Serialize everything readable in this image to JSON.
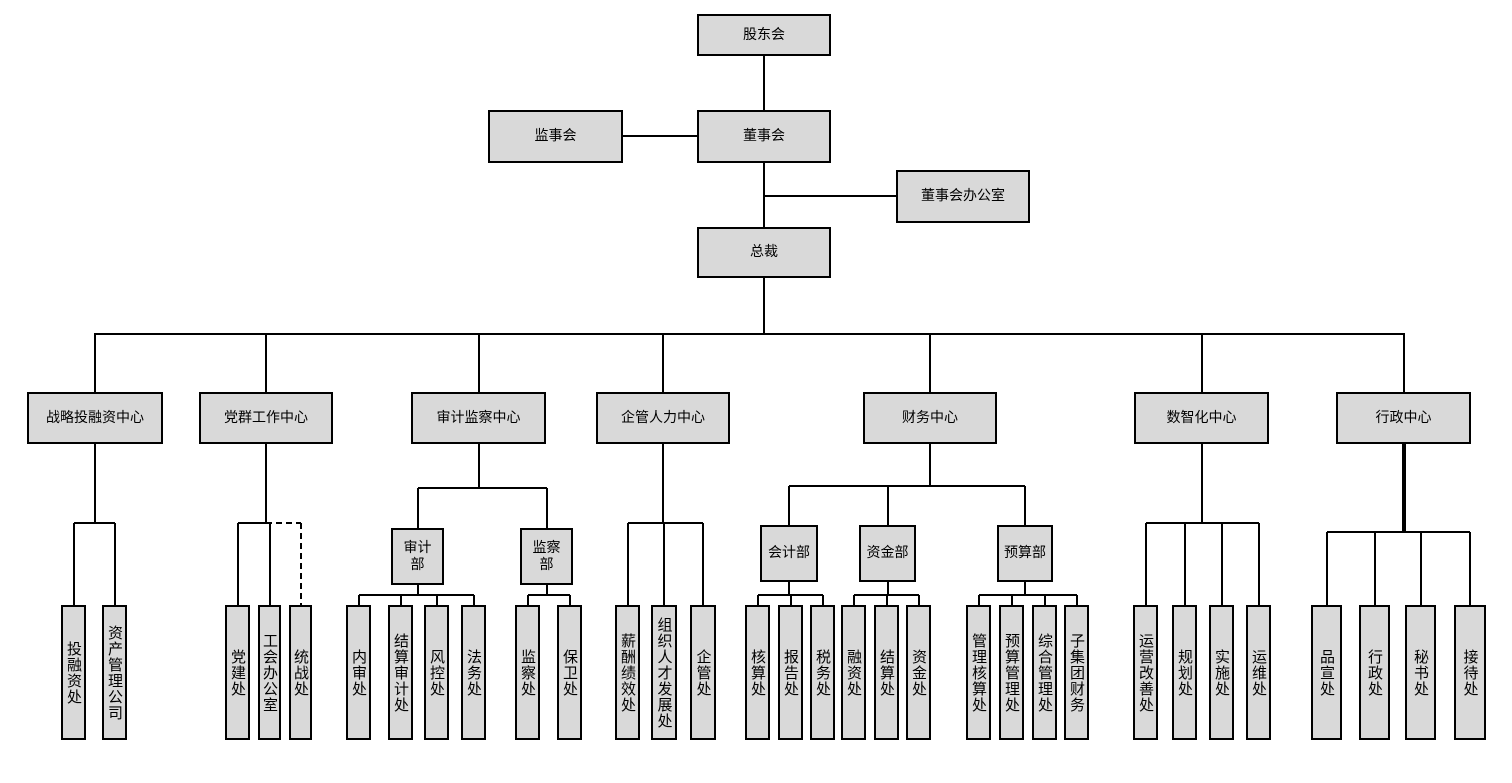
{
  "top": {
    "shareholders": "股东会",
    "board": "董事会",
    "supervisors": "监事会",
    "board_office": "董事会办公室",
    "president": "总裁"
  },
  "centers": [
    {
      "label": "战略投融资中心",
      "children": [
        "投融资处",
        "资产管理公司"
      ]
    },
    {
      "label": "党群工作中心",
      "children": [
        "党建处",
        "工会办公室",
        "统战处"
      ]
    },
    {
      "label": "审计监察中心",
      "departments": [
        {
          "label": "审计部",
          "children": [
            "内审处",
            "结算审计处",
            "风控处",
            "法务处"
          ]
        },
        {
          "label": "监察部",
          "children": [
            "监察处",
            "保卫处"
          ]
        }
      ]
    },
    {
      "label": "企管人力中心",
      "children": [
        "薪酬绩效处",
        "组织人才发展处",
        "企管处"
      ]
    },
    {
      "label": "财务中心",
      "departments": [
        {
          "label": "会计部",
          "children": [
            "核算处",
            "报告处",
            "税务处"
          ]
        },
        {
          "label": "资金部",
          "children": [
            "融资处",
            "结算处",
            "资金处"
          ]
        },
        {
          "label": "预算部",
          "children": [
            "管理核算处",
            "预算管理处",
            "综合管理处",
            "子集团财务"
          ]
        }
      ]
    },
    {
      "label": "数智化中心",
      "children": [
        "运营改善处",
        "规划处",
        "实施处",
        "运维处"
      ]
    },
    {
      "label": "行政中心",
      "children": [
        "品宣处",
        "行政处",
        "秘书处",
        "接待处"
      ]
    }
  ],
  "colors": {
    "box_fill": "#d9d9d9",
    "line": "#000000"
  },
  "notes": {
    "dashed_link": "统战处"
  }
}
